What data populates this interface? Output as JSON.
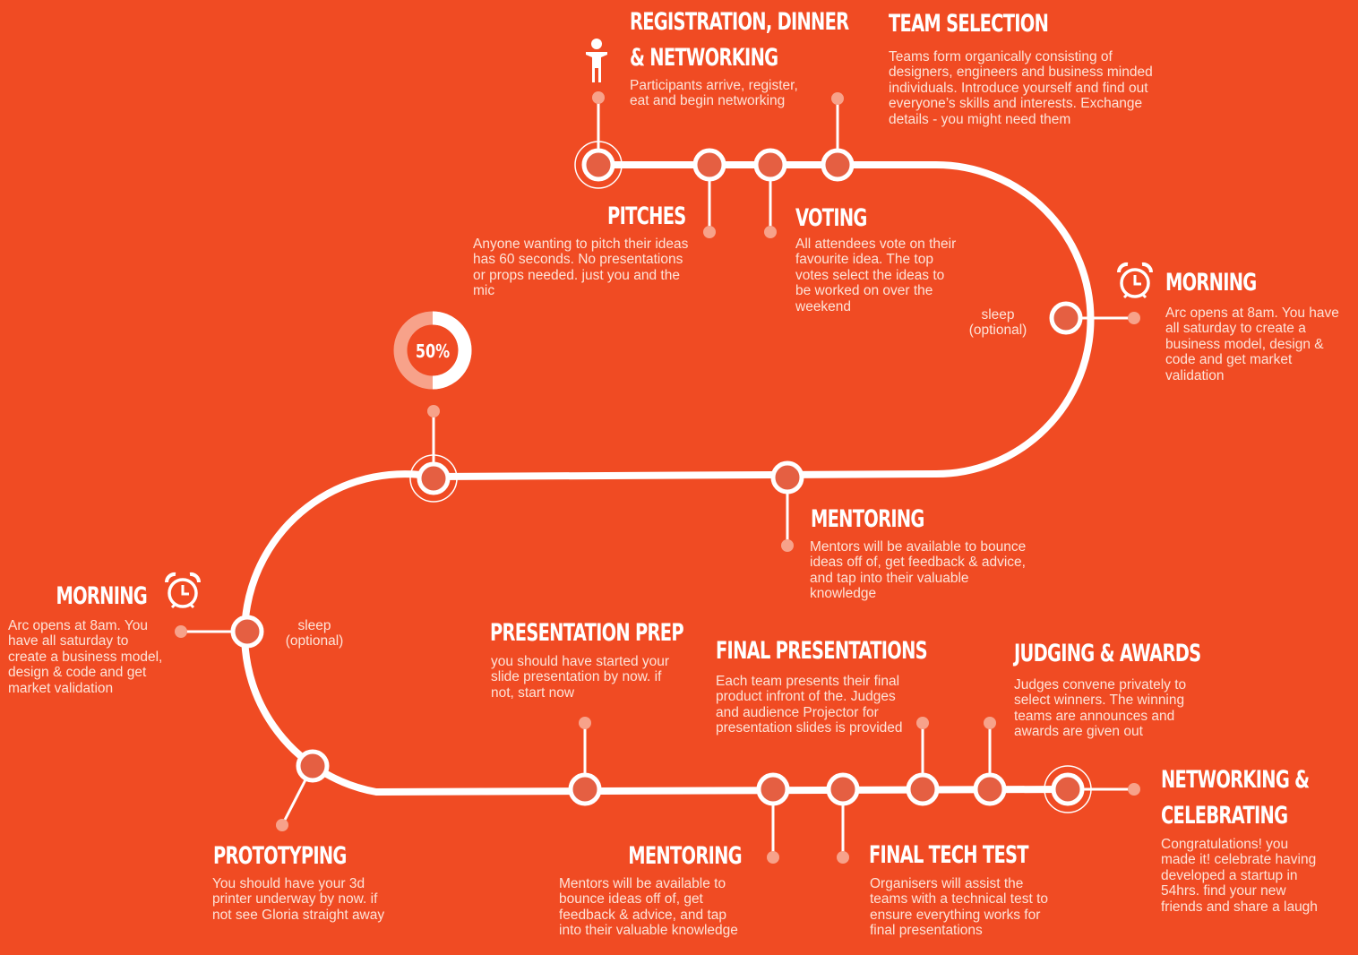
{
  "colors": {
    "background": "#f04b23",
    "path": "#ffffff",
    "node_fill": "#e55f42",
    "connector_dot": "#f7a28a",
    "ring_light": "#f7a28a"
  },
  "progress": {
    "label": "50%",
    "value": 0.5
  },
  "events": {
    "registration": {
      "title_line1": "Registration, Dinner",
      "title_line2": "& Networking",
      "desc": "Participants arrive, register, eat and begin networking",
      "icon": "person-icon"
    },
    "team_selection": {
      "title": "Team Selection",
      "desc": "Teams form organically consisting of designers, engineers and business minded individuals. Introduce yourself and find out everyone’s skills and interests. Exchange details - you might need them"
    },
    "pitches": {
      "title": "Pitches",
      "desc": "Anyone wanting to pitch their ideas has 60 seconds. No presentations or props needed. just you and the mic"
    },
    "voting": {
      "title": "Voting",
      "desc": "All attendees vote on their favourite idea. The top votes select the ideas to be worked on over the weekend"
    },
    "morning_sat": {
      "title": "Morning",
      "desc": "Arc opens at 8am. You have all saturday to create a business model, design & code and get market validation",
      "icon": "alarm-clock-icon"
    },
    "mentoring_1": {
      "title": "Mentoring",
      "desc": "Mentors will be available to bounce ideas off of, get feedback & advice, and tap into their valuable knowledge"
    },
    "morning_sun": {
      "title": "Morning",
      "desc": "Arc opens at 8am. You have all saturday to create a business model, design & code and get market validation",
      "icon": "alarm-clock-icon"
    },
    "prototyping": {
      "title": "Prototyping",
      "desc": "You should have your 3d printer underway by now. if not see Gloria straight away"
    },
    "presentation_prep": {
      "title": "Presentation Prep",
      "desc": "you should have started your slide presentation by now. if not, start now"
    },
    "mentoring_2": {
      "title": "Mentoring",
      "desc": "Mentors will be available to bounce ideas off of, get feedback & advice, and tap into their valuable knowledge"
    },
    "final_presentations": {
      "title": "Final Presentations",
      "desc": "Each team presents their final product infront of the. Judges and audience Projector for presentation slides is provided"
    },
    "final_tech_test": {
      "title": "Final Tech Test",
      "desc": "Organisers will assist the teams with a technical test to ensure everything works for final presentations"
    },
    "judging": {
      "title": "Judging & Awards",
      "desc": "Judges convene privately to select winners. The winning teams are announces and awards are given out"
    },
    "networking_celebrating": {
      "title_line1": "Networking &",
      "title_line2": "Celebrating",
      "desc": "Congratulations! you made it! celebrate having developed a startup in 54hrs. find your new friends and share a laugh"
    }
  },
  "sleep_1": "sleep (optional)",
  "sleep_2": "sleep (optional)"
}
